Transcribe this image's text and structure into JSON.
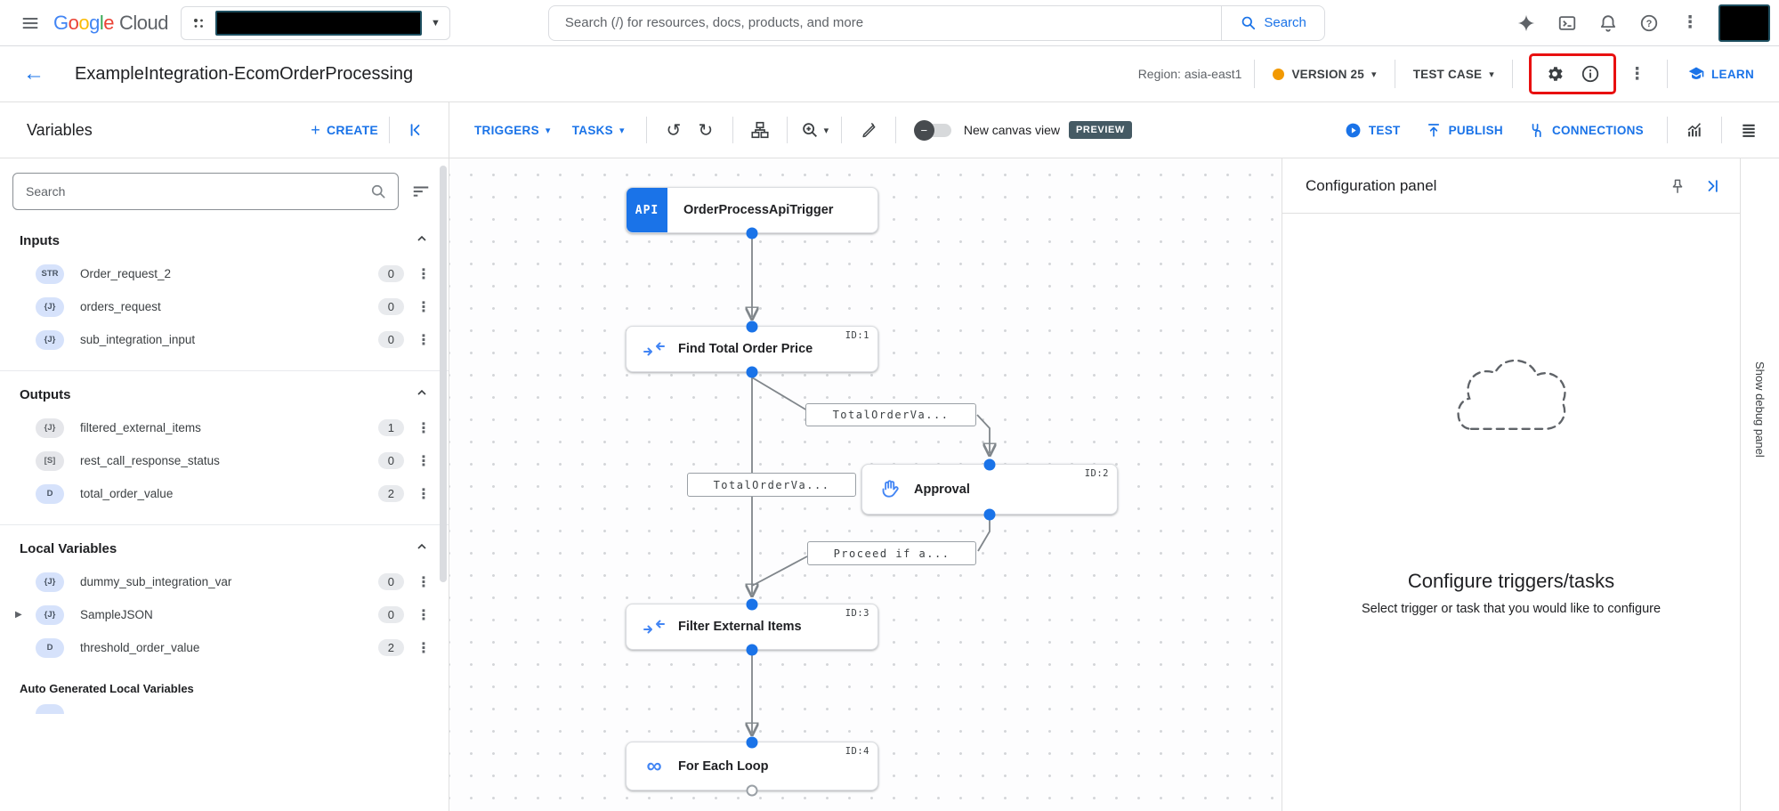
{
  "colors": {
    "accent": "#1a73e8",
    "highlight_red": "#e81010",
    "version_dot": "#f29900",
    "preview_badge_bg": "#455a64"
  },
  "topbar": {
    "logo_google": "Google",
    "logo_cloud": "Cloud",
    "search_placeholder": "Search (/) for resources, docs, products, and more",
    "search_button": "Search"
  },
  "titlebar": {
    "title": "ExampleIntegration-EcomOrderProcessing",
    "region": "Region: asia-east1",
    "version": "VERSION 25",
    "test_case": "TEST CASE",
    "learn": "LEARN"
  },
  "toolbar": {
    "panel_title": "Variables",
    "create": "CREATE",
    "triggers": "TRIGGERS",
    "tasks": "TASKS",
    "canvas_view_label": "New canvas view",
    "preview_badge": "PREVIEW",
    "test": "TEST",
    "publish": "PUBLISH",
    "connections": "CONNECTIONS"
  },
  "sidebar": {
    "search_placeholder": "Search",
    "sections": [
      {
        "title": "Inputs",
        "items": [
          {
            "type": "STR",
            "tone": "blue",
            "name": "Order_request_2",
            "count": "0"
          },
          {
            "type": "{J}",
            "tone": "blue",
            "name": "orders_request",
            "count": "0"
          },
          {
            "type": "{J}",
            "tone": "blue",
            "name": "sub_integration_input",
            "count": "0"
          }
        ]
      },
      {
        "title": "Outputs",
        "items": [
          {
            "type": "{J}",
            "tone": "gray",
            "name": "filtered_external_items",
            "count": "1"
          },
          {
            "type": "[S]",
            "tone": "gray",
            "name": "rest_call_response_status",
            "count": "0"
          },
          {
            "type": "D",
            "tone": "blue",
            "name": "total_order_value",
            "count": "2"
          }
        ]
      },
      {
        "title": "Local Variables",
        "items": [
          {
            "type": "{J}",
            "tone": "blue",
            "name": "dummy_sub_integration_var",
            "count": "0"
          },
          {
            "type": "{J}",
            "tone": "blue",
            "name": "SampleJSON",
            "count": "0"
          },
          {
            "type": "D",
            "tone": "blue",
            "name": "threshold_order_value",
            "count": "2"
          }
        ]
      },
      {
        "title": "Auto Generated Local Variables",
        "items": []
      }
    ]
  },
  "canvas": {
    "nodes": [
      {
        "id": "",
        "label": "OrderProcessApiTrigger",
        "icon_label": "API"
      },
      {
        "id": "ID:1",
        "label": "Find Total Order Price"
      },
      {
        "id": "ID:2",
        "label": "Approval"
      },
      {
        "id": "ID:3",
        "label": "Filter External Items"
      },
      {
        "id": "ID:4",
        "label": "For Each Loop"
      }
    ],
    "edge_labels": [
      "TotalOrderVa...",
      "TotalOrderVa...",
      "Proceed if a..."
    ]
  },
  "config_panel": {
    "title": "Configuration panel",
    "heading": "Configure triggers/tasks",
    "subtext": "Select trigger or task that you would like to configure"
  },
  "debug_strip": {
    "label": "Show debug panel"
  }
}
